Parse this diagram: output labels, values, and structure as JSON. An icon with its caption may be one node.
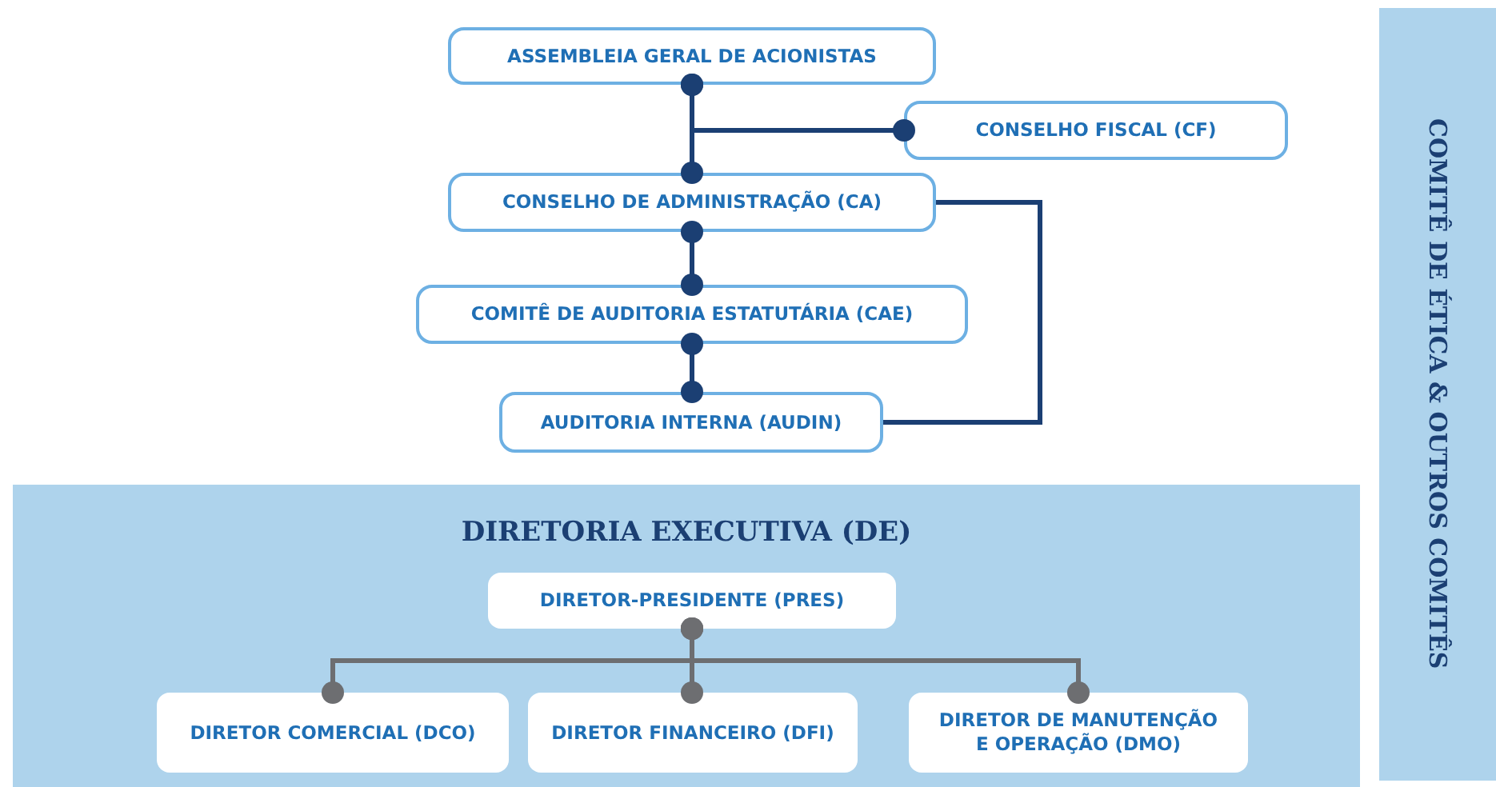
{
  "diagram": {
    "nodes": [
      {
        "text": [
          "ASSEMBLEIA GERAL DE ACIONISTAS"
        ]
      },
      {
        "text": [
          "CONSELHO FISCAL (CF)"
        ]
      },
      {
        "text": [
          "CONSELHO DE ADMINISTRAÇÃO (CA)"
        ]
      },
      {
        "text": [
          "COMITÊ DE AUDITORIA ESTATUTÁRIA (CAE)"
        ]
      },
      {
        "text": [
          "AUDITORIA INTERNA (AUDIN)"
        ]
      },
      {
        "text": [
          "DIRETORIA EXECUTIVA (DE)"
        ]
      },
      {
        "text": [
          "DIRETOR-PRESIDENTE (PRES)"
        ],
        "in": 5
      },
      {
        "text": [
          "DIRETOR COMERCIAL (DCO)"
        ],
        "in": 5
      },
      {
        "text": [
          "DIRETOR FINANCEIRO (DFI)"
        ],
        "in": 5
      },
      {
        "text": [
          "DIRETOR DE MANUTENÇÃO E OPERAÇÃO (DMO)"
        ],
        "in": 5
      },
      {
        "text": [
          "COMITÊ DE ÉTICA & OUTROS COMITÊS"
        ]
      }
    ],
    "edges": [
      {
        "from": 0,
        "to": 2,
        "arrow": "other"
      },
      {
        "from": 0,
        "to": 1,
        "arrow": "other"
      },
      {
        "from": 2,
        "to": 3,
        "arrow": "other"
      },
      {
        "from": 3,
        "to": 4,
        "arrow": "other"
      },
      {
        "from": 2,
        "to": 4,
        "arrow": "none"
      },
      {
        "from": 6,
        "to": 7,
        "arrow": "other",
        "color": "#6d6e71"
      },
      {
        "from": 6,
        "to": 8,
        "arrow": "other",
        "color": "#6d6e71"
      },
      {
        "from": 6,
        "to": 9,
        "arrow": "other",
        "color": "#6d6e71"
      }
    ]
  }
}
